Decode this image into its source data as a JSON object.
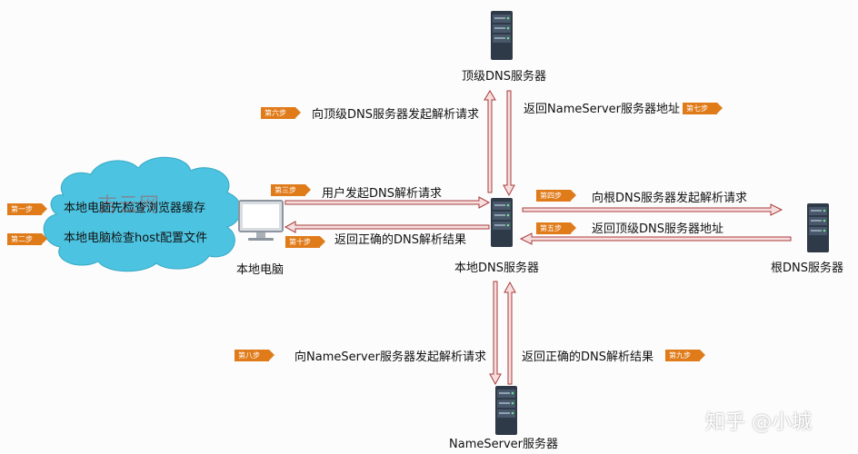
{
  "nodes": {
    "top_dns": "顶级DNS服务器",
    "local_dns": "本地DNS服务器",
    "root_dns": "根DNS服务器",
    "nameserver": "NameServer服务器",
    "local_pc": "本地电脑"
  },
  "cloud": {
    "line1": "本地电脑先检查浏览器缓存",
    "line2": "本地电脑检查host配置文件"
  },
  "steps": {
    "s1": {
      "tag": "第一步"
    },
    "s2": {
      "tag": "第二步"
    },
    "s3": {
      "tag": "第三步",
      "text": "用户发起DNS解析请求"
    },
    "s4": {
      "tag": "第四步",
      "text": "向根DNS服务器发起解析请求"
    },
    "s5": {
      "tag": "第五步",
      "text": "返回顶级DNS服务器地址"
    },
    "s6": {
      "tag": "第六步",
      "text": "向顶级DNS服务器发起解析请求"
    },
    "s7": {
      "tag": "第七步",
      "text": "返回NameServer服务器地址"
    },
    "s8": {
      "tag": "第八步",
      "text": "向NameServer服务器发起解析请求"
    },
    "s9": {
      "tag": "第九步",
      "text": "返回正确的DNS解析结果"
    },
    "s10": {
      "tag": "第十步",
      "text": "返回正确的DNS解析结果"
    }
  },
  "watermarks": {
    "cloud_mark": "吉云网",
    "zhihu": "知乎 @小城"
  },
  "colors": {
    "arrow_fill": "#f7dede",
    "arrow_stroke": "#a83a3a",
    "cloud": "#4cc3e0",
    "tag": "#e07b1a",
    "server": "#2e3a47"
  }
}
